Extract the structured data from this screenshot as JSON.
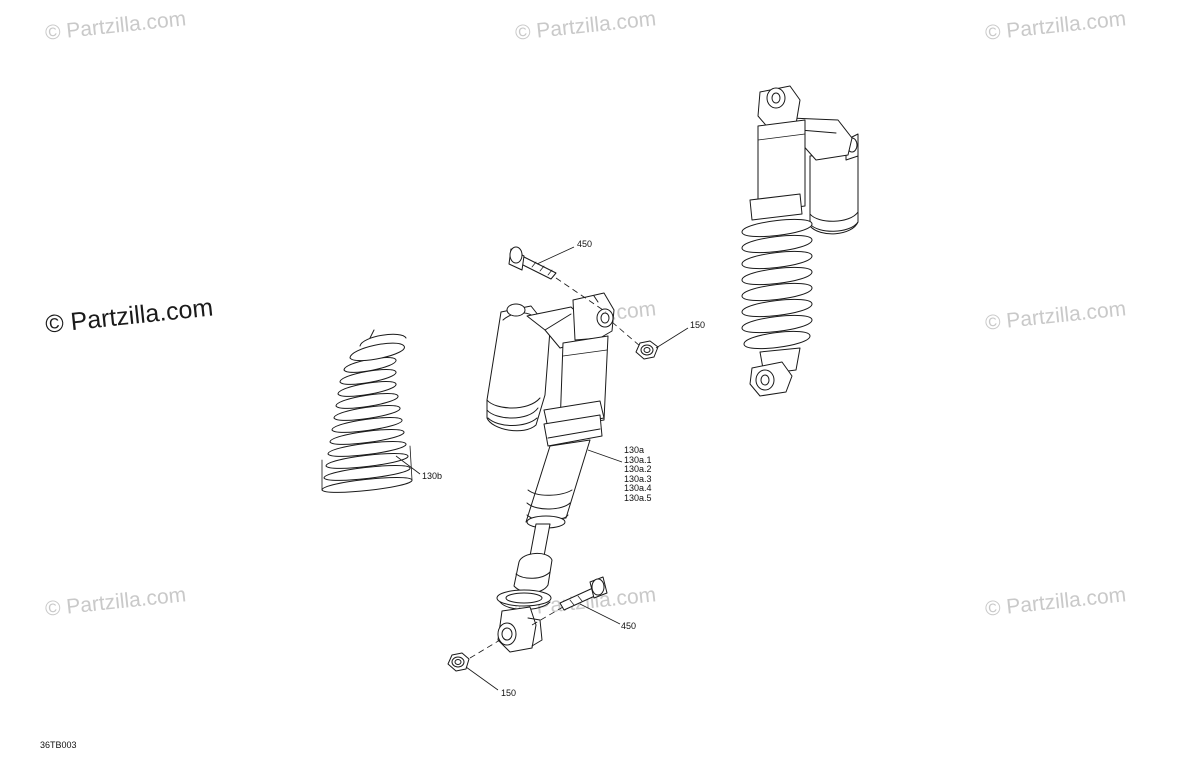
{
  "watermark": {
    "text": "© Partzilla.com",
    "featured_text": "© Partzilla.com"
  },
  "callouts": {
    "bolt_top": "450",
    "nut_top": "150",
    "spring": "130b",
    "shock_parts": [
      "130a",
      "130a.1",
      "130a.2",
      "130a.3",
      "130a.4",
      "130a.5"
    ],
    "bolt_bottom": "450",
    "nut_bottom": "150"
  },
  "diagram_code": "36TB003",
  "colors": {
    "line": "#1a1a1a",
    "watermark": "#c9c9c9"
  }
}
